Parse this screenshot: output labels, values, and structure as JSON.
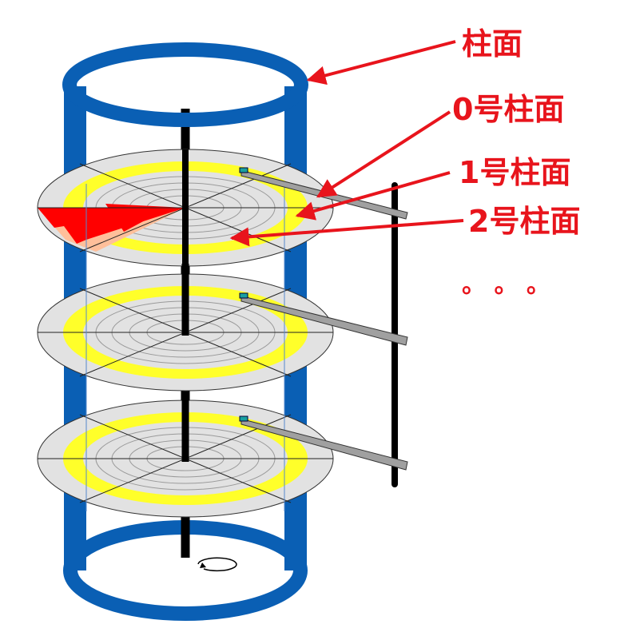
{
  "labels": {
    "cylinder": "柱面",
    "cylinder0": "0号柱面",
    "cylinder1": "1号柱面",
    "cylinder2": "2号柱面",
    "ellipsis": "。 。 。"
  },
  "colors": {
    "cylinder_blue": "#0a5fb4",
    "track_yellow": "#ffff2a",
    "platter_gray": "#e2e2e2",
    "sector_red": "#ff0000",
    "sector_peach": "#ffbf9a",
    "arrow_red": "#e8141c",
    "spindle": "#000000"
  }
}
